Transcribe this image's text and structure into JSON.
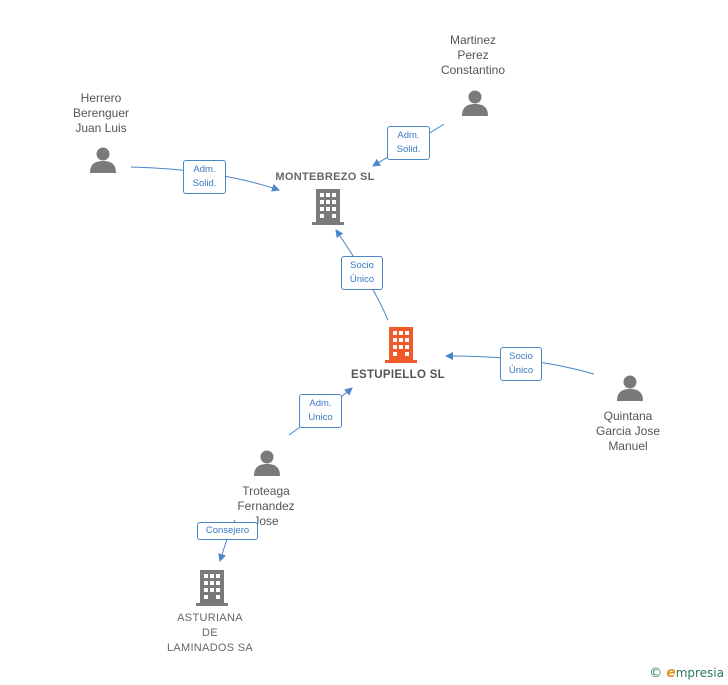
{
  "nodes": {
    "martinez": {
      "lines": [
        "Martinez",
        "Perez",
        "Constantino"
      ]
    },
    "herrero": {
      "lines": [
        "Herrero",
        "Berenguer",
        "Juan Luis"
      ]
    },
    "montebrezo": {
      "lines": [
        "MONTEBREZO SL"
      ]
    },
    "estupiello": {
      "lines": [
        "ESTUPIELLO SL"
      ]
    },
    "quintana": {
      "lines": [
        "Quintana",
        "Garcia Jose",
        "Manuel"
      ]
    },
    "troteaga": {
      "lines": [
        "Troteaga",
        "Fernandez",
        "Jose"
      ]
    },
    "asturiana": {
      "lines": [
        "ASTURIANA",
        "DE",
        "LAMINADOS SA"
      ]
    }
  },
  "edges": {
    "martinez_montebrezo": {
      "lines": [
        "Adm.",
        "Solid."
      ]
    },
    "herrero_montebrezo": {
      "lines": [
        "Adm.",
        "Solid."
      ]
    },
    "estupiello_montebrezo": {
      "lines": [
        "Socio",
        "Único"
      ]
    },
    "quintana_estupiello": {
      "lines": [
        "Socio",
        "Único"
      ]
    },
    "troteaga_estupiello": {
      "lines": [
        "Adm.",
        "Unico"
      ]
    },
    "troteaga_asturiana": {
      "lines": [
        "Consejero"
      ]
    }
  },
  "colors": {
    "edge": "#4a86c8",
    "person": "#7a7a7a",
    "company": "#7a7a7a",
    "company_main": "#f05a2a"
  },
  "brand": {
    "symbol": "©",
    "initial": "e",
    "name": "mpresia"
  }
}
